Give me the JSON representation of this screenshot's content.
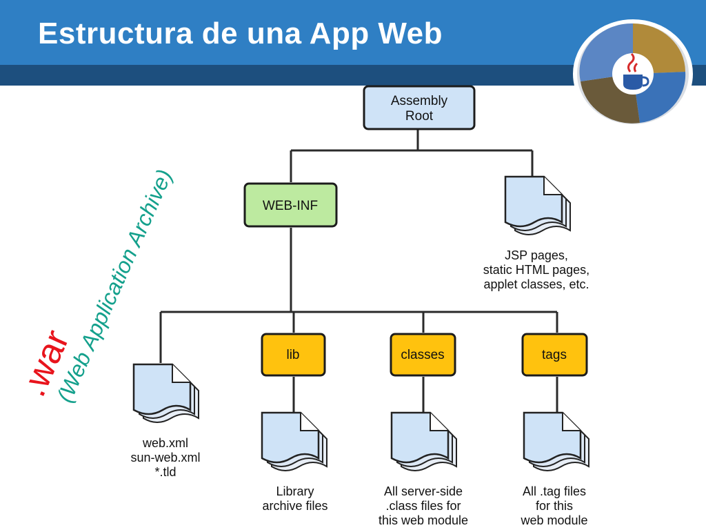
{
  "slide": {
    "title": "Estructura de una App Web"
  },
  "side_label": {
    "extension": ".war",
    "expansion": "(Web Application Archive)"
  },
  "logo": {
    "icon": "java-cup-icon"
  },
  "nodes": {
    "root": {
      "lines": [
        "Assembly",
        "Root"
      ],
      "color": "#cfe3f7"
    },
    "webinf": {
      "lines": [
        "WEB-INF"
      ],
      "color": "#bdeaa0"
    },
    "lib": {
      "lines": [
        "lib"
      ],
      "color": "#ffc20e"
    },
    "classes": {
      "lines": [
        "classes"
      ],
      "color": "#ffc20e"
    },
    "tags": {
      "lines": [
        "tags"
      ],
      "color": "#ffc20e"
    }
  },
  "files": {
    "jsp": {
      "lines": [
        "JSP pages,",
        "static HTML pages,",
        "applet classes, etc."
      ]
    },
    "descriptors": {
      "lines": [
        "web.xml",
        "sun-web.xml",
        "*.tld"
      ]
    },
    "lib_files": {
      "lines": [
        "Library",
        "archive files"
      ]
    },
    "class_files": {
      "lines": [
        "All server-side",
        ".class files for",
        "this web module"
      ]
    },
    "tag_files": {
      "lines": [
        "All .tag files",
        "for this",
        "web module"
      ]
    }
  },
  "colors": {
    "header": "#2f7fc4",
    "header_band": "#1d4f7e",
    "title_text": "#ffffff",
    "war_text": "#e8141c",
    "archive_text": "#14a08c",
    "file_fill": "#cfe3f7"
  }
}
